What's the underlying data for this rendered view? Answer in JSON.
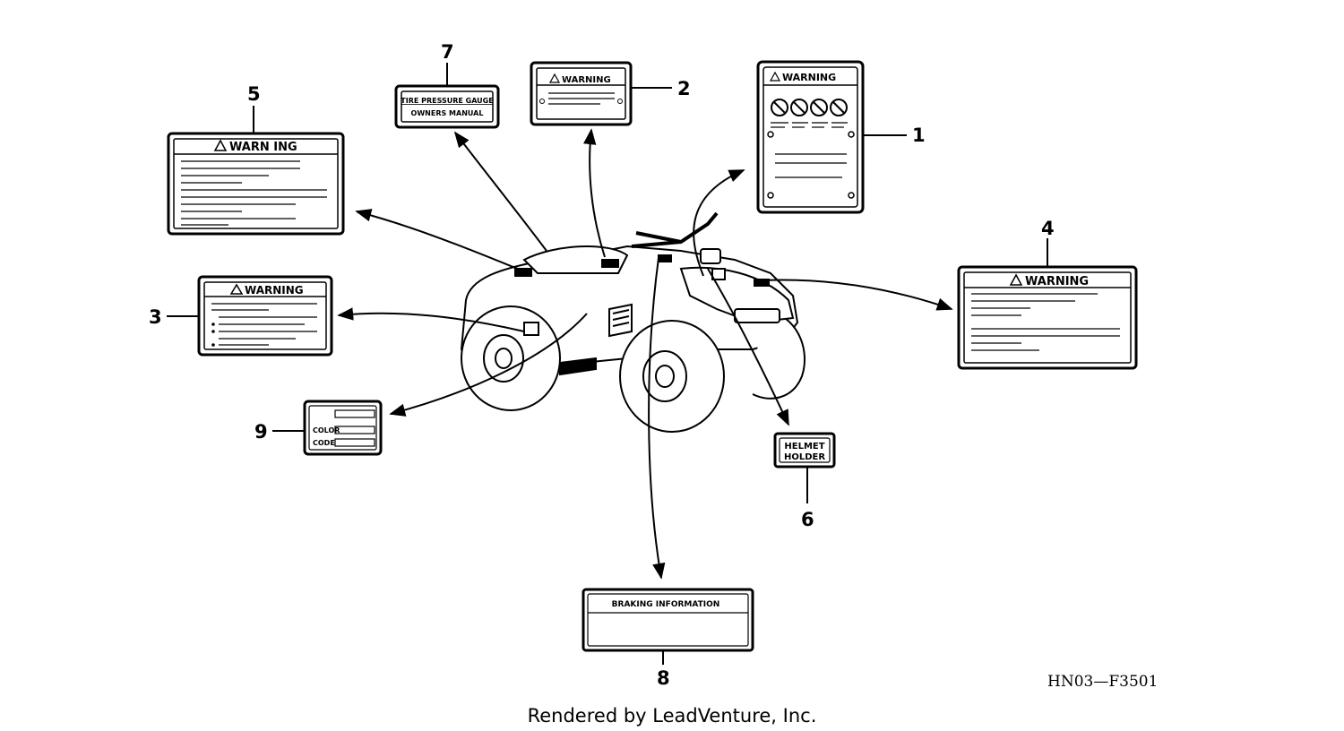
{
  "callouts": {
    "n1": "1",
    "n2": "2",
    "n3": "3",
    "n4": "4",
    "n5": "5",
    "n6": "6",
    "n7": "7",
    "n8": "8",
    "n9": "9"
  },
  "labels": {
    "warning": "WARNING",
    "warning_spaced": "WARN ING",
    "tire_line1": "TIRE PRESSURE GAUGE",
    "tire_line2": "OWNERS MANUAL",
    "helmet_line1": "HELMET",
    "helmet_line2": "HOLDER",
    "braking": "BRAKING INFORMATION",
    "color": "COLOR",
    "code": "CODE"
  },
  "diagram_code": "HN03—F3501",
  "credit": "Rendered by LeadVenture, Inc.",
  "icons": [
    "warning-triangle-icon",
    "no-passenger-icon",
    "no-helmet-icon",
    "no-alcohol-icon",
    "no-child-icon"
  ]
}
